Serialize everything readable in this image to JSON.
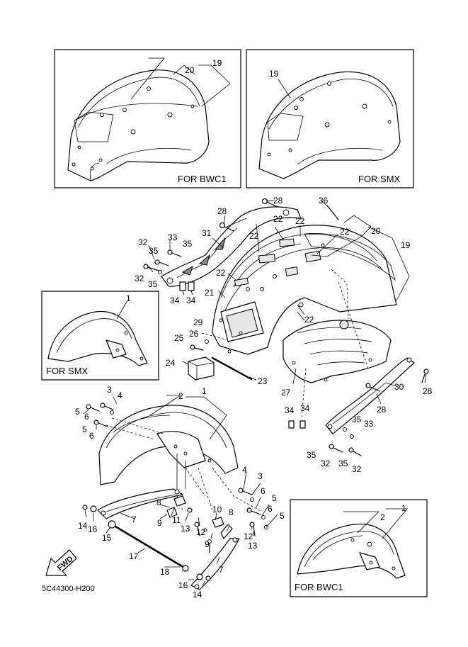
{
  "insets": {
    "bwc1_rear": "FOR BWC1",
    "smx_rear": "FOR SMX",
    "smx_front": "FOR SMX",
    "bwc1_front": "FOR BWC1"
  },
  "arrow_label": "FWD",
  "diagram_code": "5C44300-H200",
  "callouts": {
    "c1": "1",
    "c2": "2",
    "c3": "3",
    "c4": "4",
    "c5": "5",
    "c6": "6",
    "c7": "7",
    "c8": "8",
    "c9": "9",
    "c10": "10",
    "c11": "11",
    "c12": "12",
    "c13": "13",
    "c14": "14",
    "c15": "15",
    "c16": "16",
    "c17": "17",
    "c18": "18",
    "c19": "19",
    "c20": "20",
    "c21": "21",
    "c22": "22",
    "c23": "23",
    "c24": "24",
    "c25": "25",
    "c26": "26",
    "c27": "27",
    "c28": "28",
    "c29": "29",
    "c30": "30",
    "c31": "31",
    "c32": "32",
    "c33": "33",
    "c34": "34",
    "c35": "35",
    "c36": "36"
  }
}
